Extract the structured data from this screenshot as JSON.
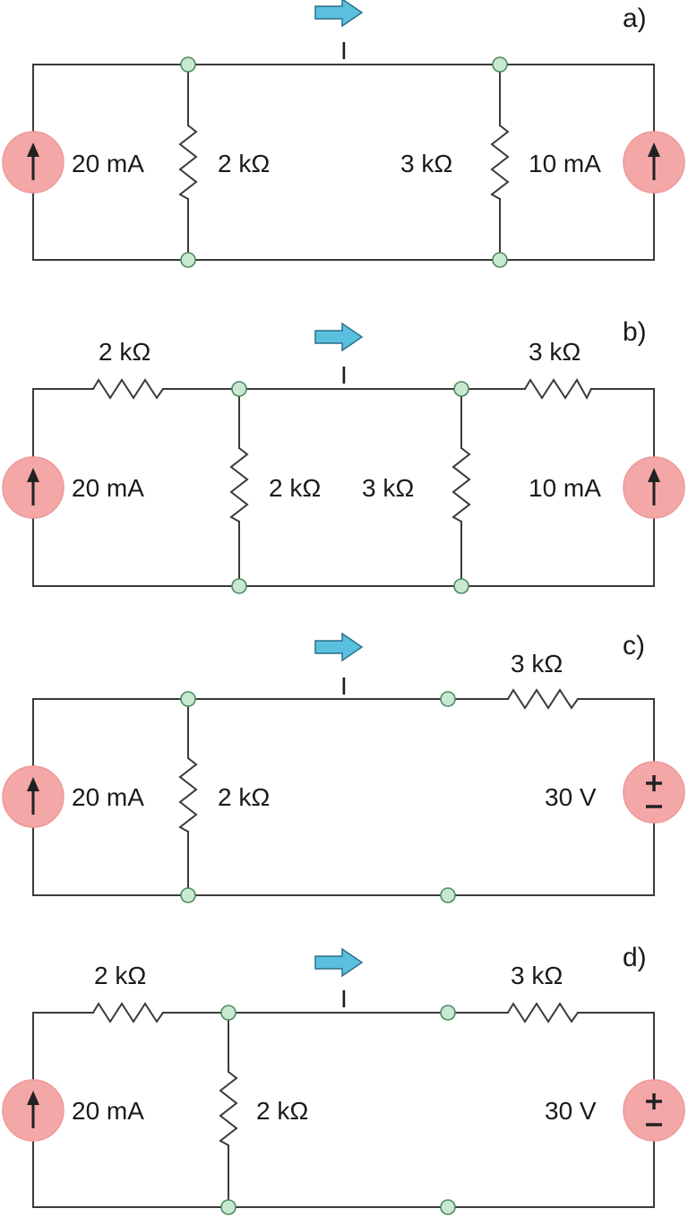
{
  "colors": {
    "wire": "#3a3a3a",
    "node_fill": "#c9e8d2",
    "source_fill": "#f4a7a7",
    "current_arrow": "#5bbfe0"
  },
  "panels": [
    {
      "label": "a)",
      "current": "I",
      "left_source": "20 mA",
      "shunt_left": "2 kΩ",
      "shunt_right": "3 kΩ",
      "right_source": "10 mA"
    },
    {
      "label": "b)",
      "current": "I",
      "series_left": "2 kΩ",
      "series_right": "3 kΩ",
      "left_source": "20 mA",
      "shunt_left": "2 kΩ",
      "shunt_right": "3 kΩ",
      "right_source": "10 mA"
    },
    {
      "label": "c)",
      "current": "I",
      "series_right": "3 kΩ",
      "left_source": "20 mA",
      "shunt_left": "2 kΩ",
      "right_source": "30 V",
      "plus": "+",
      "minus": "−"
    },
    {
      "label": "d)",
      "current": "I",
      "series_left": "2 kΩ",
      "series_right": "3 kΩ",
      "left_source": "20 mA",
      "shunt_left": "2 kΩ",
      "right_source": "30 V",
      "plus": "+",
      "minus": "−"
    }
  ]
}
